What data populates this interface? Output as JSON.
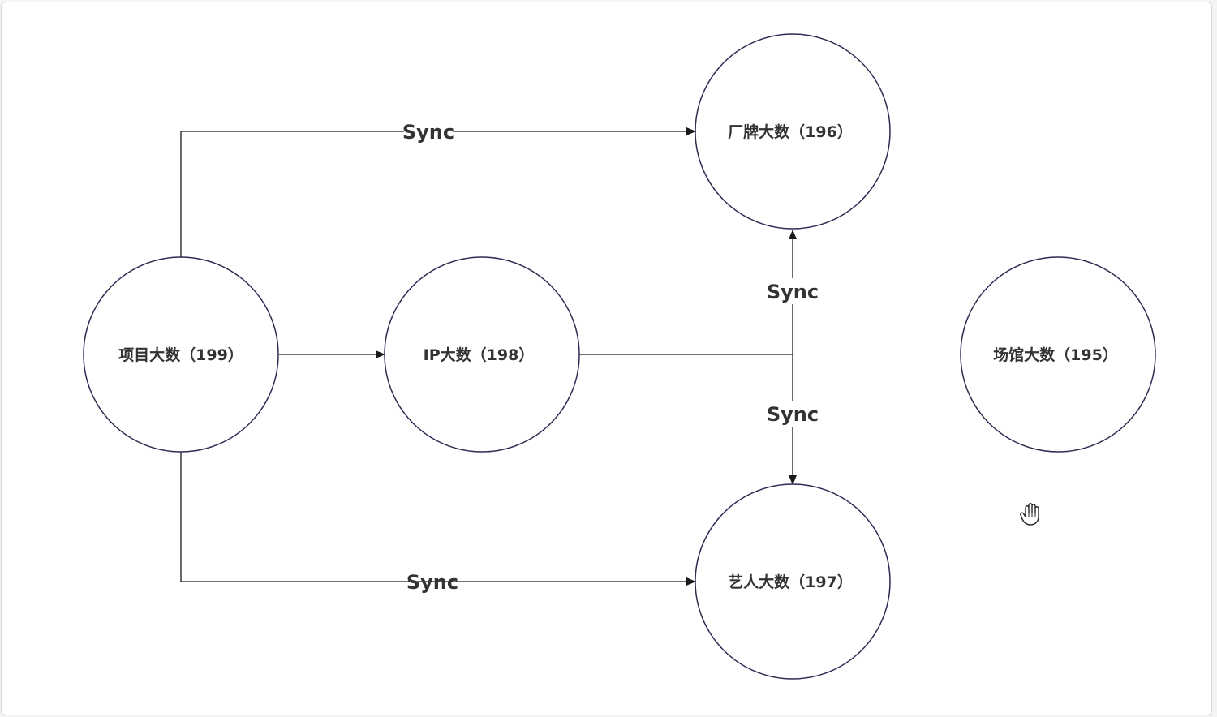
{
  "diagram": {
    "nodes": {
      "project": "项目大数（199）",
      "ip": "IP大数（198）",
      "brand": "厂牌大数（196）",
      "artist": "艺人大数（197）",
      "venue": "场馆大数（195）"
    },
    "edges": {
      "project_to_brand": "Sync",
      "project_to_artist": "Sync",
      "ip_to_brand": "Sync",
      "ip_to_artist": "Sync"
    },
    "colors": {
      "node_stroke": "#2b2d52",
      "edge_stroke": "#1a1a1a",
      "text": "#333333"
    },
    "cursor_icon": "hand-grab-icon"
  }
}
